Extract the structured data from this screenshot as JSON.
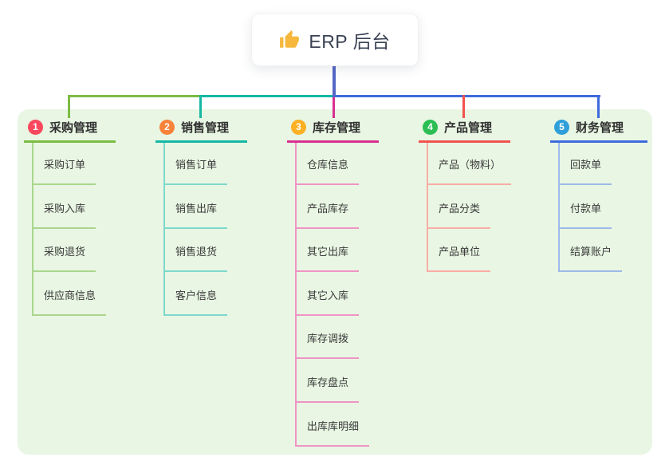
{
  "root": {
    "title": "ERP 后台",
    "icon": "thumbs-up-icon",
    "icon_color": "#f5b83d",
    "card_color": "#ffffff",
    "stem_color": "#5568c6"
  },
  "panel": {
    "background_color": "#e8f6e3"
  },
  "branches": [
    {
      "num": "1",
      "label": "采购管理",
      "badge_color": "#f8485e",
      "line_color": "#7cbc44",
      "light_color": "#abd68d",
      "items": [
        "采购订单",
        "采购入库",
        "采购退货",
        "供应商信息"
      ]
    },
    {
      "num": "2",
      "label": "销售管理",
      "badge_color": "#f7823a",
      "line_color": "#14b8a5",
      "light_color": "#7ed8cc",
      "items": [
        "销售订单",
        "销售出库",
        "销售退货",
        "客户信息"
      ]
    },
    {
      "num": "3",
      "label": "库存管理",
      "badge_color": "#fcb023",
      "line_color": "#d8308f",
      "light_color": "#f193c4",
      "items": [
        "仓库信息",
        "产品库存",
        "其它出库",
        "其它入库",
        "库存调拨",
        "库存盘点",
        "出库库明细"
      ]
    },
    {
      "num": "4",
      "label": "产品管理",
      "badge_color": "#2cbe55",
      "line_color": "#f1534e",
      "light_color": "#f8ada7",
      "items": [
        "产品（物料）",
        "产品分类",
        "产品单位"
      ]
    },
    {
      "num": "5",
      "label": "财务管理",
      "badge_color": "#2f9fd9",
      "line_color": "#3e6bdd",
      "light_color": "#9fb9e9",
      "items": [
        "回款单",
        "付款单",
        "结算账户"
      ]
    }
  ]
}
